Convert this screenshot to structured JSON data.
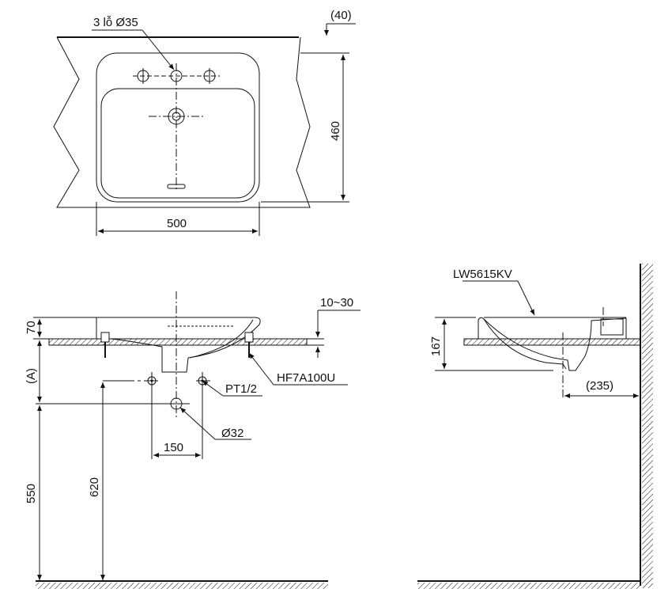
{
  "top_view": {
    "holes_label": "3 lỗ Ø35",
    "dim_gap": "(40)",
    "dim_depth": "460",
    "dim_width": "500"
  },
  "front_view": {
    "dim_rim": "70",
    "dim_a": "(A)",
    "dim_floor_basin": "550",
    "dim_floor_supply": "620",
    "dim_supply_spacing": "150",
    "drain_label": "Ø32",
    "supply_label": "PT1/2",
    "bracket_label": "HF7A100U",
    "counter_thickness": "10~30"
  },
  "side_view": {
    "model_label": "LW5615KV",
    "dim_height": "167",
    "dim_wall": "(235)"
  }
}
